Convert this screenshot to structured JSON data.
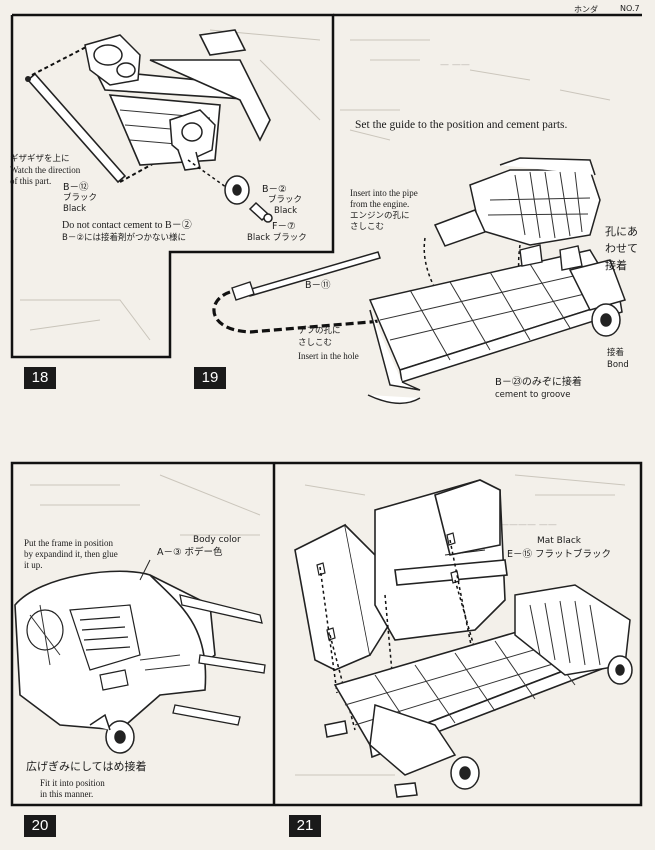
{
  "header": {
    "maker": "ホンダ",
    "page_no": "NO.7"
  },
  "steps": {
    "s18": "18",
    "s19": "19",
    "s20": "20",
    "s21": "21"
  },
  "panel18": {
    "watch_jp": "ギザギザを上に",
    "watch_en_1": "Watch the direction",
    "watch_en_2": "of this part.",
    "b12": "B－⑫",
    "b12_jp": "ブラック",
    "b12_en": "Black",
    "b2": "B－②",
    "b2_jp": "ブラック",
    "b2_en": "Black",
    "f7": "F－⑦",
    "f7_color": "Black ブラック",
    "no_cement_en": "Do not contact cement to B－②",
    "no_cement_jp": "B－②には接着剤がつかない様に"
  },
  "panel19": {
    "guide_text": "Set the guide to the position and cement parts.",
    "insert_pipe_1": "Insert into the pipe",
    "insert_pipe_2": "from the engine.",
    "engine_hole_jp_1": "エンジンの孔に",
    "engine_hole_jp_2": "さしこむ",
    "b11": "B－⑪",
    "diff_jp_1": "デフの孔に",
    "diff_jp_2": "さしこむ",
    "insert_hole": "Insert in the hole",
    "align_jp_1": "孔にあ",
    "align_jp_2": "わせて",
    "align_jp_3": "接着",
    "bond_jp": "接着",
    "bond_en": "Bond",
    "b23_groove_jp": "B－㉓のみぞに接着",
    "b23_groove_en": "cement to groove"
  },
  "panel20": {
    "frame_1": "Put the frame in position",
    "frame_2": "by expandind it, then glue",
    "frame_3": "it up.",
    "body_color_en": "Body color",
    "body_color_part": "A－③ ボデー色",
    "spread_jp": "広げぎみにしてはめ接着",
    "fit_1": "Fit it into position",
    "fit_2": "in this manner."
  },
  "panel21": {
    "mat_black_en": "Mat Black",
    "mat_black_part": "E－⑮ フラットブラック"
  }
}
